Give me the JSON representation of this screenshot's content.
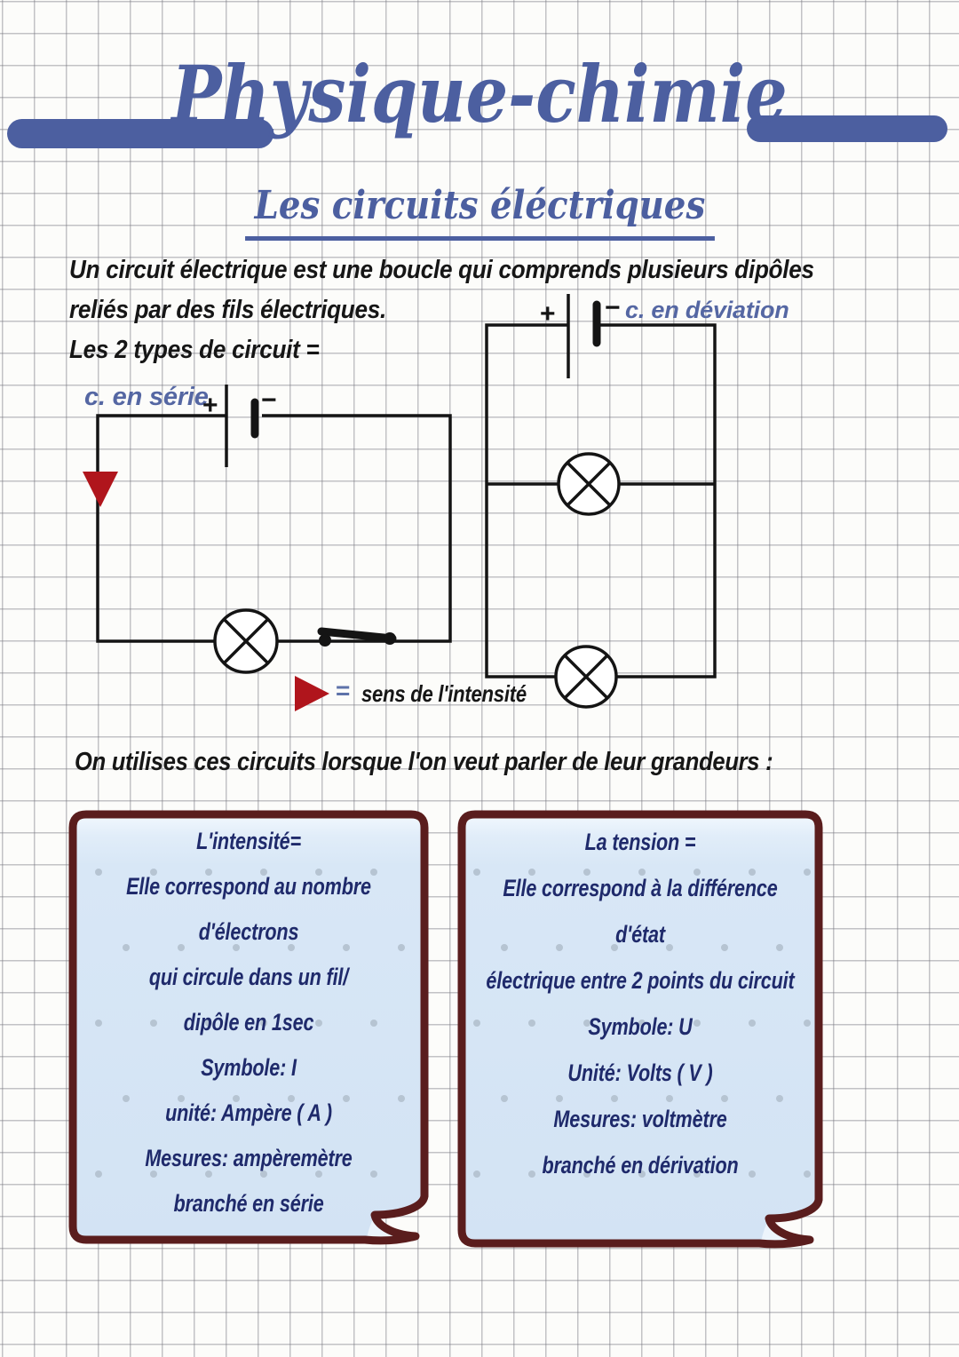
{
  "header": {
    "title": "Physique-chimie",
    "subtitle": "Les circuits éléctriques"
  },
  "intro": {
    "lines": [
      "Un circuit électrique est une boucle qui comprends plusieurs dipôles",
      "reliés par des fils électriques.",
      "Les 2 types de circuit ="
    ]
  },
  "circuits": {
    "series": {
      "label": "c. en série",
      "plus": "+",
      "minus": "−"
    },
    "parallel": {
      "label": "c. en déviation",
      "plus": "+",
      "minus": "−"
    },
    "legend": {
      "equals": "=",
      "text": "sens de l'intensité"
    }
  },
  "body": {
    "grandeurs_text": "On utilises ces circuits lorsque l'on veut parler de leur grandeurs :"
  },
  "cards": {
    "intensity": {
      "lines": [
        "L'intensité=",
        "Elle correspond au nombre",
        "d'électrons",
        "qui circule dans un fil/",
        "dipôle en 1sec",
        "Symbole: I",
        "unité: Ampère ( A )",
        "Mesures: ampèremètre",
        "branché en série"
      ]
    },
    "tension": {
      "lines": [
        "La tension =",
        "Elle correspond à la différence",
        "d'état",
        "électrique entre 2 points du circuit",
        "Symbole: U",
        "Unité: Volts ( V )",
        "Mesures: voltmètre",
        "branché en dérivation"
      ]
    }
  },
  "colors": {
    "accent_blue": "#4c5fa0",
    "label_blue": "#5567a3",
    "ink_black": "#161616",
    "card_border": "#5a1d1d",
    "card_bg": "#d8e7f6",
    "card_text": "#1f2a6b",
    "arrow_red": "#b0151c"
  }
}
